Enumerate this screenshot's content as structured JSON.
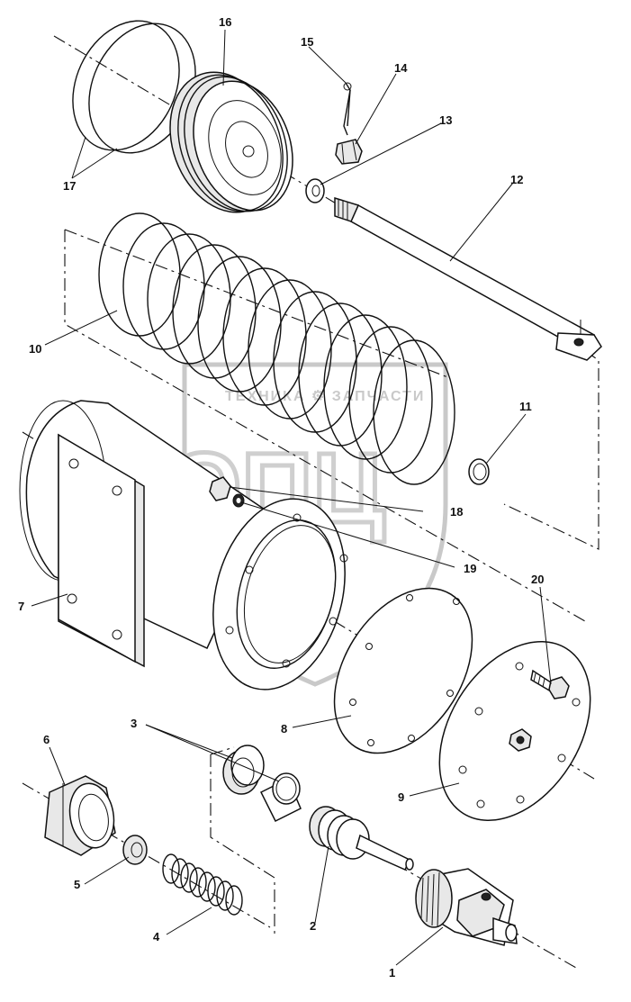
{
  "diagram": {
    "watermark_text": "ТЕХНИКА ⚙ ЗАПЧАСТИ",
    "watermark_logo": "ЭПЦ",
    "callouts": [
      {
        "id": "c1",
        "label": "1"
      },
      {
        "id": "c2",
        "label": "2"
      },
      {
        "id": "c3",
        "label": "3"
      },
      {
        "id": "c4",
        "label": "4"
      },
      {
        "id": "c5",
        "label": "5"
      },
      {
        "id": "c6",
        "label": "6"
      },
      {
        "id": "c7",
        "label": "7"
      },
      {
        "id": "c8",
        "label": "8"
      },
      {
        "id": "c9",
        "label": "9"
      },
      {
        "id": "c10",
        "label": "10"
      },
      {
        "id": "c11",
        "label": "11"
      },
      {
        "id": "c12",
        "label": "12"
      },
      {
        "id": "c13",
        "label": "13"
      },
      {
        "id": "c14",
        "label": "14"
      },
      {
        "id": "c15",
        "label": "15"
      },
      {
        "id": "c16",
        "label": "16"
      },
      {
        "id": "c17",
        "label": "17"
      },
      {
        "id": "c18",
        "label": "18"
      },
      {
        "id": "c19",
        "label": "19"
      },
      {
        "id": "c20",
        "label": "20"
      }
    ]
  }
}
